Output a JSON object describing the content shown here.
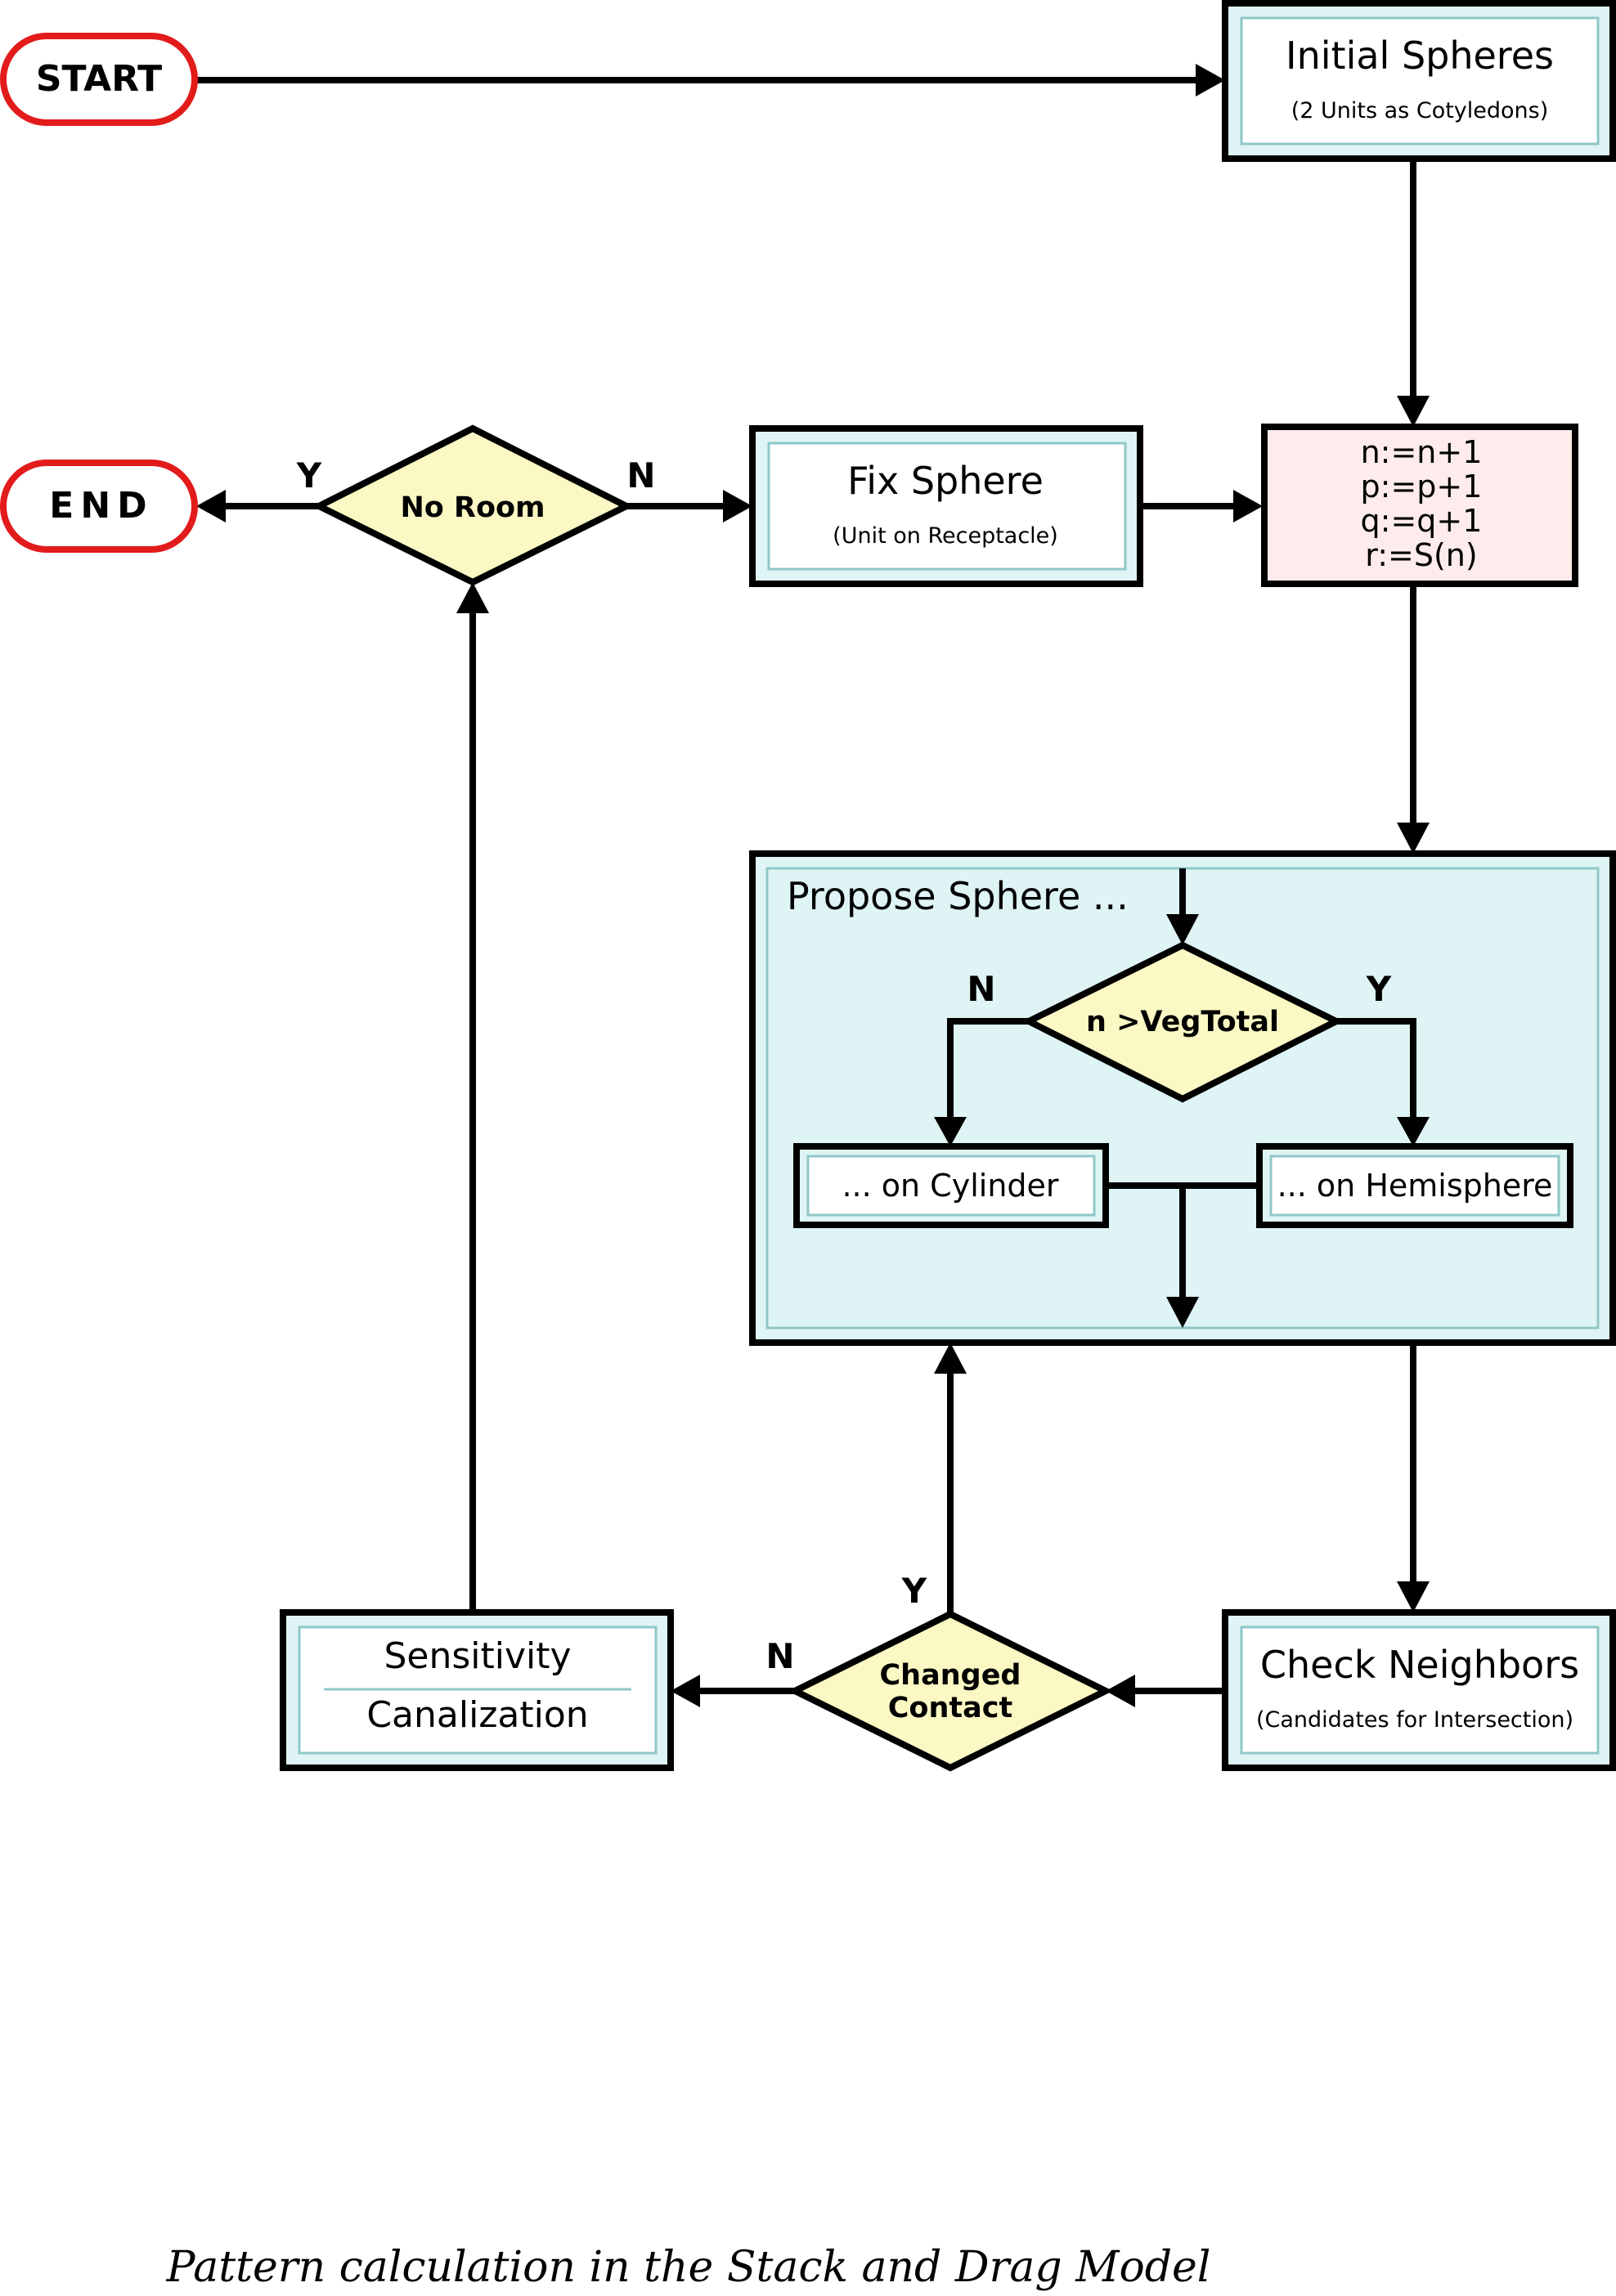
{
  "nodes": {
    "start": {
      "label": "START"
    },
    "end": {
      "label": "END"
    },
    "initial_spheres": {
      "title": "Initial Spheres",
      "subtitle": "(2 Units as Cotyledons)"
    },
    "fix_sphere": {
      "title": "Fix Sphere",
      "subtitle": "(Unit on Receptacle)"
    },
    "counters": {
      "lines": [
        "n:=n+1",
        "p:=p+1",
        "q:=q+1",
        "r:=S(n)"
      ]
    },
    "no_room": {
      "label": "No Room"
    },
    "propose_sphere": {
      "title": "Propose Sphere ..."
    },
    "veg_total": {
      "label": "n >VegTotal"
    },
    "on_cylinder": {
      "label": "... on Cylinder"
    },
    "on_hemisphere": {
      "label": "... on Hemisphere"
    },
    "check_neighbors": {
      "title": "Check Neighbors",
      "subtitle": "(Candidates for Intersection)"
    },
    "changed_contact": {
      "lines": [
        "Changed",
        "Contact"
      ]
    },
    "sensitivity": {
      "top": "Sensitivity",
      "bottom": "Canalization"
    }
  },
  "edge_labels": {
    "no_room_yes": "Y",
    "no_room_no": "N",
    "veg_total_no": "N",
    "veg_total_yes": "Y",
    "changed_contact_yes": "Y",
    "changed_contact_no": "N"
  },
  "caption": "Pattern calculation in the Stack and Drag Model",
  "colors": {
    "box_fill_teal": "#dff4f4",
    "box_fill_pink": "#fdeceb",
    "diamond_fill": "#fbf8c4",
    "terminal_border": "#e21b1b",
    "line": "#000000"
  }
}
